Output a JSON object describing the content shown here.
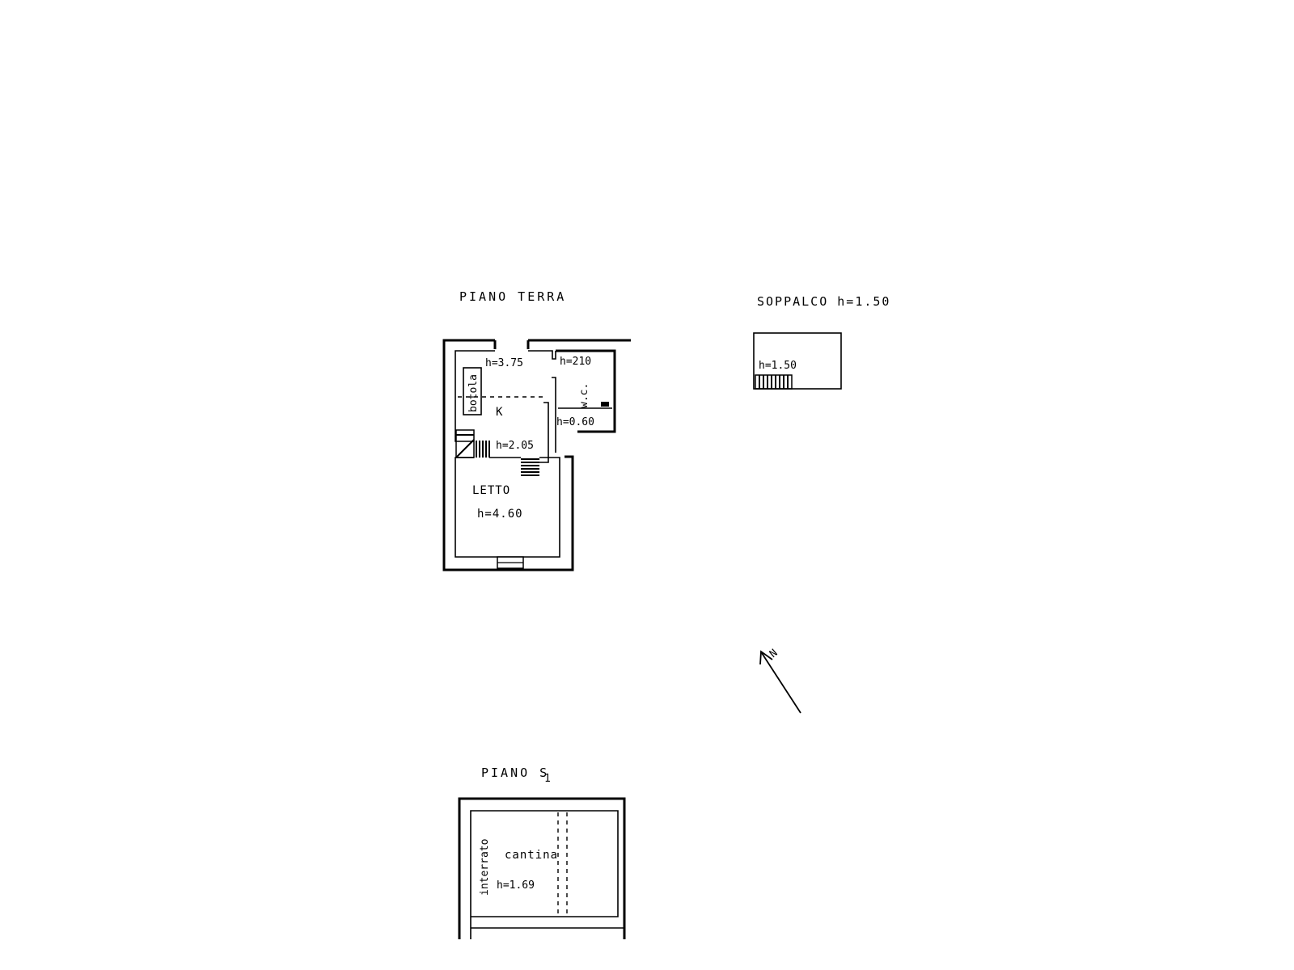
{
  "ground_floor": {
    "title": "PIANO TERRA",
    "kitchen_height": "h=3.75",
    "trapdoor_label": "botola",
    "kitchen_label": "K",
    "wc_label": "w.c.",
    "wc_height": "h=210",
    "wc_step_height": "h=0.60",
    "stair_height": "h=2.05",
    "bedroom_label": "LETTO",
    "bedroom_height": "h=4.60"
  },
  "mezzanine": {
    "title": "SOPPALCO  h=1.50",
    "height": "h=1.50"
  },
  "north_arrow": {
    "label": "N"
  },
  "basement": {
    "title_main": "PIANO S",
    "title_sub": "1",
    "side_label": "interrato",
    "room_label": "cantina",
    "height": "h=1.69"
  }
}
